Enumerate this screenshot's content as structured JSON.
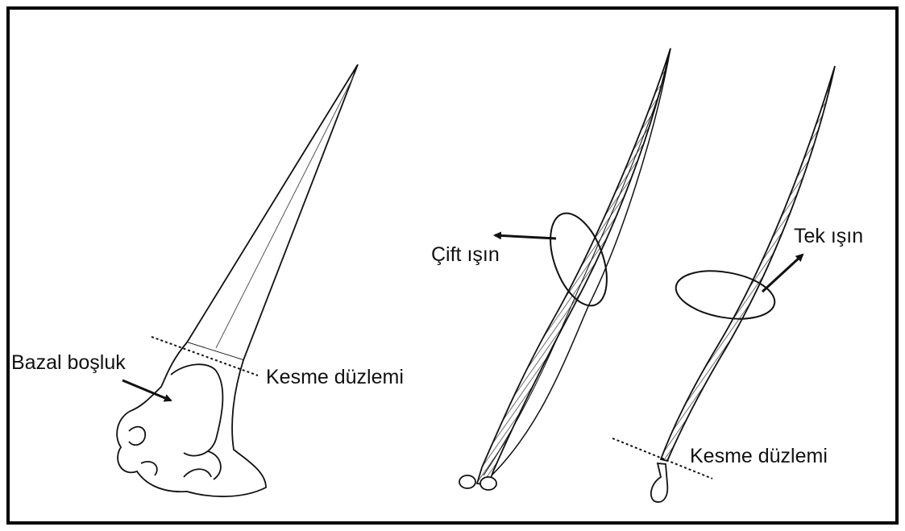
{
  "labels": {
    "bazal_bosluk": "Bazal boşluk",
    "kesme_duzlemi_left": "Kesme düzlemi",
    "cift_isin": "Çift ışın",
    "tek_isin": "Tek ışın",
    "kesme_duzlemi_right": "Kesme düzlemi"
  },
  "colors": {
    "line": "#111111",
    "frame": "#000000",
    "background": "#ffffff"
  }
}
